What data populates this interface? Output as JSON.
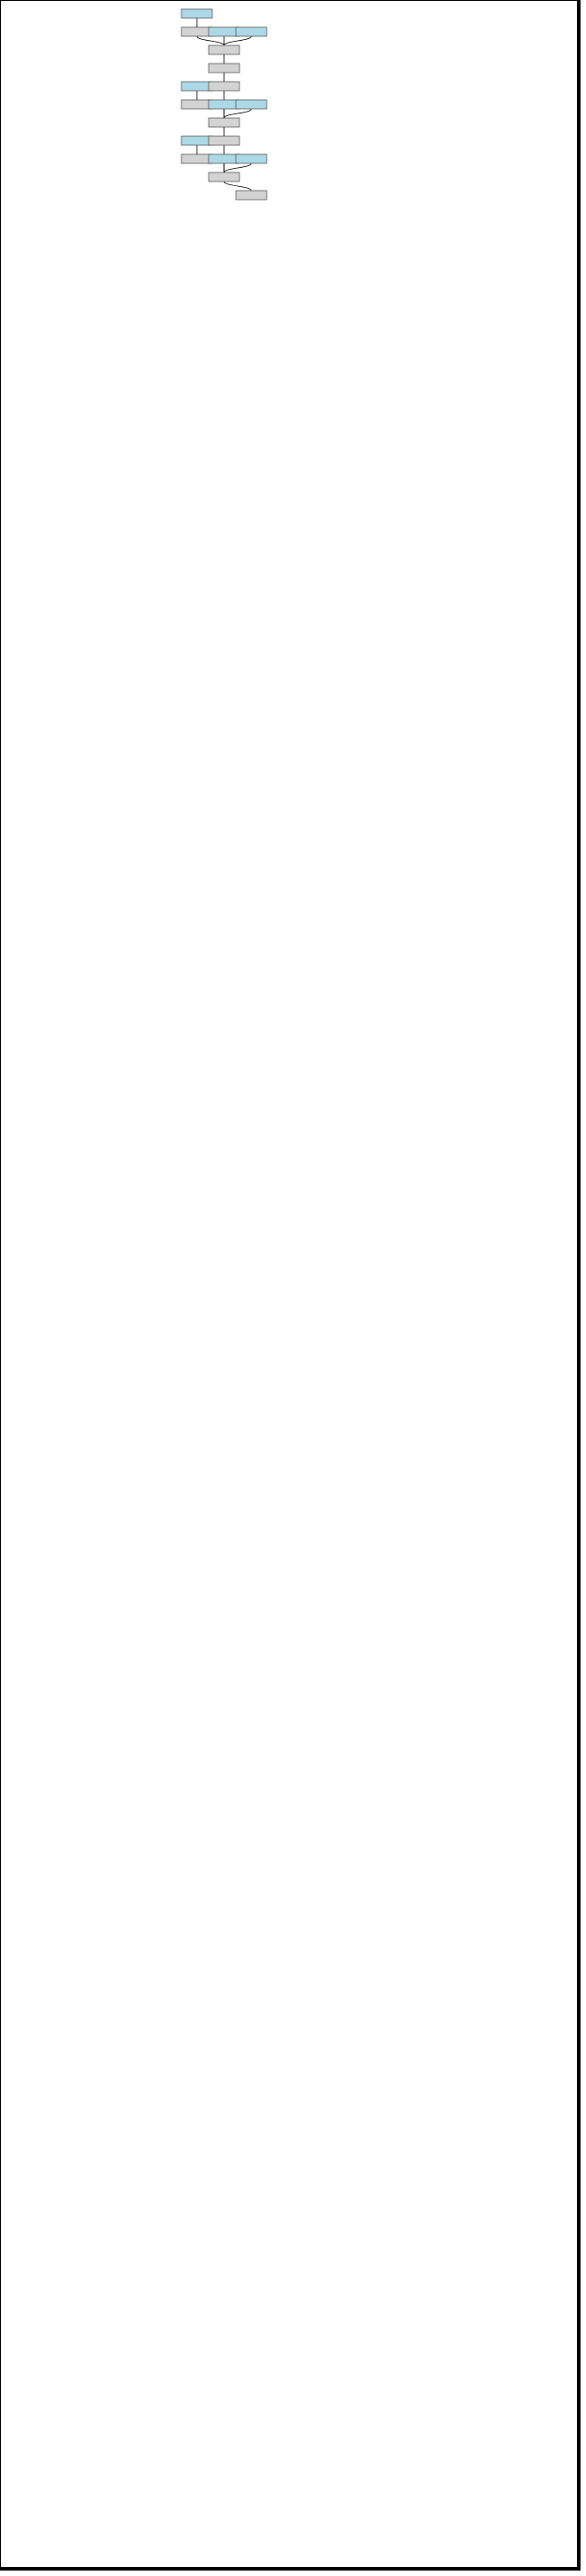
{
  "diagram": {
    "node_labels": [],
    "colors": {
      "param_fill": "#add8e6",
      "op_fill": "#d3d3d3",
      "edge": "#000000",
      "background": "#ffffff"
    }
  },
  "nodes": [
    {
      "kind": "param",
      "row": 0,
      "col": 0
    },
    {
      "kind": "op",
      "row": 1,
      "col": 0
    },
    {
      "kind": "param",
      "row": 1,
      "col": 1
    },
    {
      "kind": "param",
      "row": 1,
      "col": 2
    },
    {
      "kind": "op",
      "row": 2,
      "col": 1
    },
    {
      "kind": "op",
      "row": 3,
      "col": 1
    },
    {
      "kind": "param",
      "row": 4,
      "col": 0
    },
    {
      "kind": "op",
      "row": 4,
      "col": 1
    },
    {
      "kind": "op",
      "row": 5,
      "col": 0
    },
    {
      "kind": "param",
      "row": 5,
      "col": 1
    },
    {
      "kind": "param",
      "row": 5,
      "col": 2
    },
    {
      "kind": "op",
      "row": 6,
      "col": 1
    },
    {
      "kind": "param",
      "row": 7,
      "col": 0
    },
    {
      "kind": "op",
      "row": 7,
      "col": 1
    },
    {
      "kind": "op",
      "row": 8,
      "col": 0
    },
    {
      "kind": "param",
      "row": 8,
      "col": 1
    },
    {
      "kind": "param",
      "row": 8,
      "col": 2
    },
    {
      "kind": "op",
      "row": 9,
      "col": 1
    },
    {
      "kind": "op",
      "row": 10,
      "col": 2
    }
  ],
  "edges": [
    {
      "from": 0,
      "to": 1
    },
    {
      "from": 1,
      "to": 4
    },
    {
      "from": 2,
      "to": 4
    },
    {
      "from": 3,
      "to": 4
    },
    {
      "from": 4,
      "to": 5
    },
    {
      "from": 5,
      "to": 7
    },
    {
      "from": 6,
      "to": 8
    },
    {
      "from": 7,
      "to": 11
    },
    {
      "from": 9,
      "to": 11
    },
    {
      "from": 10,
      "to": 11
    },
    {
      "from": 11,
      "to": 13
    },
    {
      "from": 12,
      "to": 14
    },
    {
      "from": 13,
      "to": 17
    },
    {
      "from": 15,
      "to": 17
    },
    {
      "from": 16,
      "to": 17
    },
    {
      "from": 17,
      "to": 18
    }
  ]
}
